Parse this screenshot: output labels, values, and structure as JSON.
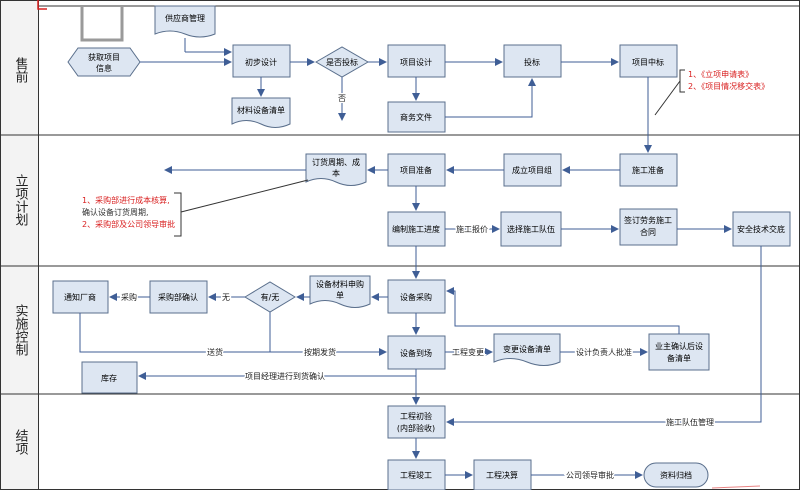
{
  "lanes": [
    {
      "id": "lane-sales",
      "label": "售前"
    },
    {
      "id": "lane-plan",
      "label": "立项计划"
    },
    {
      "id": "lane-control",
      "label": "实施控制"
    },
    {
      "id": "lane-close",
      "label": "结项"
    }
  ],
  "nodes": {
    "supplier_mgmt": "供应商管理",
    "get_project": [
      "获取项目",
      "信息"
    ],
    "initial_design": "初步设计",
    "bid_decision": "是否投标",
    "project_design": "项目设计",
    "bidding": "投标",
    "win_bid": "项目中标",
    "material_list": "材料设备清单",
    "business_docs": "商务文件",
    "order_cycle": [
      "订货周期、成",
      "本"
    ],
    "project_prep": "项目准备",
    "form_team": "成立项目组",
    "construction_prep": "施工准备",
    "build_progress": "编制施工进度",
    "select_team": "选择施工队伍",
    "sign_contract": [
      "签订劳务施工",
      "合同"
    ],
    "safety_brief": "安全技术交底",
    "notify_vendor": "通知厂商",
    "purchase_confirm": "采购部确认",
    "has_stock": "有/无",
    "purchase_request": [
      "设备材料申购",
      "单"
    ],
    "equipment_purchase": "设备采购",
    "equipment_arrival": "设备到场",
    "change_list": "变更设备清单",
    "owner_confirm": [
      "业主确认后设",
      "备清单"
    ],
    "inventory": "库存",
    "initial_accept": [
      "工程初验",
      "(内部验收)"
    ],
    "completion": "工程竣工",
    "settlement": "工程决算",
    "archive": "资料归档"
  },
  "edge_labels": {
    "no": "否",
    "quote": "施工报价",
    "purchase": "采购",
    "none": "无",
    "ship": "送货",
    "ship_on_time": "按期发货",
    "eng_change": "工程变更",
    "designer_approve": "设计负责人批准",
    "pm_check": "项目经理进行到货确认",
    "team_mgmt": "施工队伍管理",
    "leader_review": "公司领导审批"
  },
  "notes": {
    "sales_docs": [
      "1、《立项申请表》",
      "2、《项目情况移交表》"
    ],
    "plan_notes": [
      "1、采购部进行成本核算,",
      "确认设备订货周期,",
      "2、采购部及公司领导审批"
    ]
  },
  "colors": {
    "box_fill": "#dde6f2",
    "box_stroke": "#5a6f8c",
    "arrow": "#3f5e96",
    "lane_line": "#333333",
    "note_red": "#d92020",
    "lane_header": "#f3f3f3"
  }
}
